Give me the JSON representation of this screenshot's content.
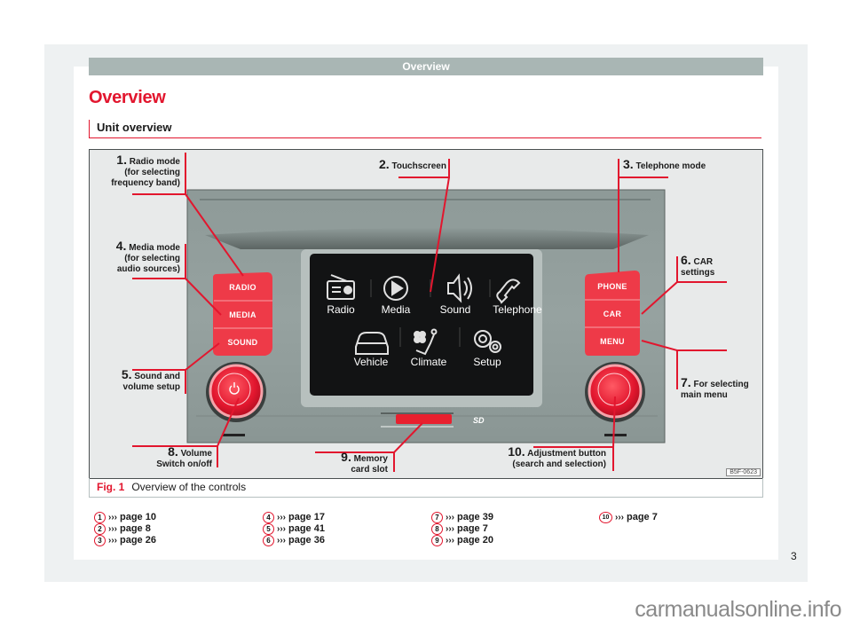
{
  "header": {
    "section": "Overview"
  },
  "page_title": "Overview",
  "section_title": "Unit overview",
  "figure": {
    "code": "B5F-0623",
    "caption_label": "Fig. 1",
    "caption_text": "Overview of the controls",
    "screen_items": {
      "row1": [
        "Radio",
        "Media",
        "Sound",
        "Telephone"
      ],
      "row2": [
        "Vehicle",
        "Climate",
        "Setup"
      ]
    },
    "buttons_left": [
      "RADIO",
      "MEDIA",
      "SOUND"
    ],
    "buttons_right": [
      "PHONE",
      "CAR",
      "MENU"
    ],
    "callouts": [
      {
        "num": "1.",
        "lines": [
          "Radio mode",
          "(for selecting",
          "frequency band)"
        ]
      },
      {
        "num": "2.",
        "lines": [
          "Touchscreen"
        ]
      },
      {
        "num": "3.",
        "lines": [
          "Telephone mode"
        ]
      },
      {
        "num": "4.",
        "lines": [
          "Media mode",
          "(for selecting",
          "audio sources)"
        ]
      },
      {
        "num": "5.",
        "lines": [
          "Sound and",
          "volume setup"
        ]
      },
      {
        "num": "6.",
        "lines": [
          "CAR",
          "settings"
        ]
      },
      {
        "num": "7.",
        "lines": [
          "For selecting",
          "main menu"
        ]
      },
      {
        "num": "8.",
        "lines": [
          "Volume",
          "Switch on/off"
        ]
      },
      {
        "num": "9.",
        "lines": [
          "Memory",
          "card slot"
        ]
      },
      {
        "num": "10.",
        "lines": [
          "Adjustment button",
          "(search and selection)"
        ]
      }
    ],
    "sd_logo": "SD"
  },
  "references": [
    {
      "num": "1",
      "arrow": "›››",
      "text": "page 10"
    },
    {
      "num": "2",
      "arrow": "›››",
      "text": "page 8"
    },
    {
      "num": "3",
      "arrow": "›››",
      "text": "page 26"
    },
    {
      "num": "4",
      "arrow": "›››",
      "text": "page 17"
    },
    {
      "num": "5",
      "arrow": "›››",
      "text": "page 41"
    },
    {
      "num": "6",
      "arrow": "›››",
      "text": "page 36"
    },
    {
      "num": "7",
      "arrow": "›››",
      "text": "page 39"
    },
    {
      "num": "8",
      "arrow": "›››",
      "text": "page 7"
    },
    {
      "num": "9",
      "arrow": "›››",
      "text": "page 20"
    },
    {
      "num": "10",
      "arrow": "›››",
      "text": "page 7"
    }
  ],
  "page_number": "3",
  "watermark": "carmanualsonline.info",
  "colors": {
    "accent": "#e2162e",
    "header_bar": "#a9b6b4",
    "button_red": "#ee3a48",
    "screen": "#121314"
  }
}
